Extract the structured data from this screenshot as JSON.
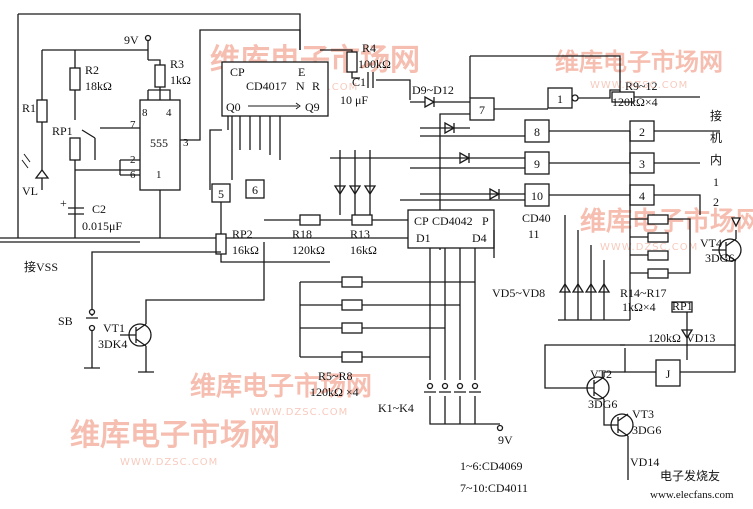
{
  "diagram": {
    "supply": {
      "vcc_top": "9V",
      "vcc_bottom": "9V",
      "vss_label": "接VSS"
    },
    "ic_555": {
      "name": "555",
      "pins": [
        "8",
        "4",
        "7",
        "3",
        "2",
        "6",
        "1"
      ]
    },
    "ic_4017": {
      "name": "CD4017",
      "cp": "CP",
      "e": "E",
      "n": "N",
      "r": "R",
      "q0": "Q0",
      "q9": "Q9"
    },
    "ic_4042": {
      "name": "CD4042",
      "cp": "CP",
      "p": "P",
      "d1": "D1",
      "d4": "D4"
    },
    "ic_notes": {
      "line1": "1~6:CD4069",
      "line2": "7~10:CD4011",
      "cd40": "CD40",
      "cd40_pin": "11"
    },
    "inverters": [
      "1",
      "2",
      "3",
      "4",
      "5",
      "6"
    ],
    "nands": [
      "7",
      "8",
      "9",
      "10"
    ],
    "components": {
      "r1": "R1",
      "rp1": "RP1",
      "vl": "VL",
      "r2": "R2",
      "r2_val": "18kΩ",
      "r3": "R3",
      "r3_val": "1kΩ",
      "r4": "R4",
      "r4_val": "100kΩ",
      "c1": "C1",
      "c1_val": "10 μF",
      "c2": "C2",
      "c2_val": "0.015μF",
      "rp2": "RP2",
      "rp2_val": "16kΩ",
      "r18": "R18",
      "r18_val": "120kΩ",
      "r13": "R13",
      "r13_val": "16kΩ",
      "r5_r8": "R5~R8",
      "r5_r8_val": "120kΩ ×4",
      "r9_12": "R9~12",
      "r9_12_val": "120kΩ×4",
      "r14_17": "R14~R17",
      "r14_17_val": "1kΩ×4",
      "rp": "RP1",
      "rp_val": "120kΩ",
      "d9_d12": "D9~D12",
      "vd5_vd8": "VD5~VD8",
      "vd13": "VD13",
      "vd14": "VD14",
      "sb": "SB",
      "vt1": "VT1",
      "vt1_type": "3DK4",
      "vt2": "VT2",
      "vt2_type": "3DG6",
      "vt3": "VT3",
      "vt3_type": "3DG6",
      "vt4": "VT4",
      "vt4_type": "3DG6",
      "k1_k4": "K1~K4",
      "relay": "J"
    },
    "side_labels": [
      "接",
      "机",
      "内",
      "1",
      "2"
    ],
    "watermark": {
      "cn": "维库电子市场网",
      "url": "WWW.DZSC.COM",
      "footer_cn": "电子发烧友",
      "footer_url": "www.elecfans.com"
    }
  }
}
